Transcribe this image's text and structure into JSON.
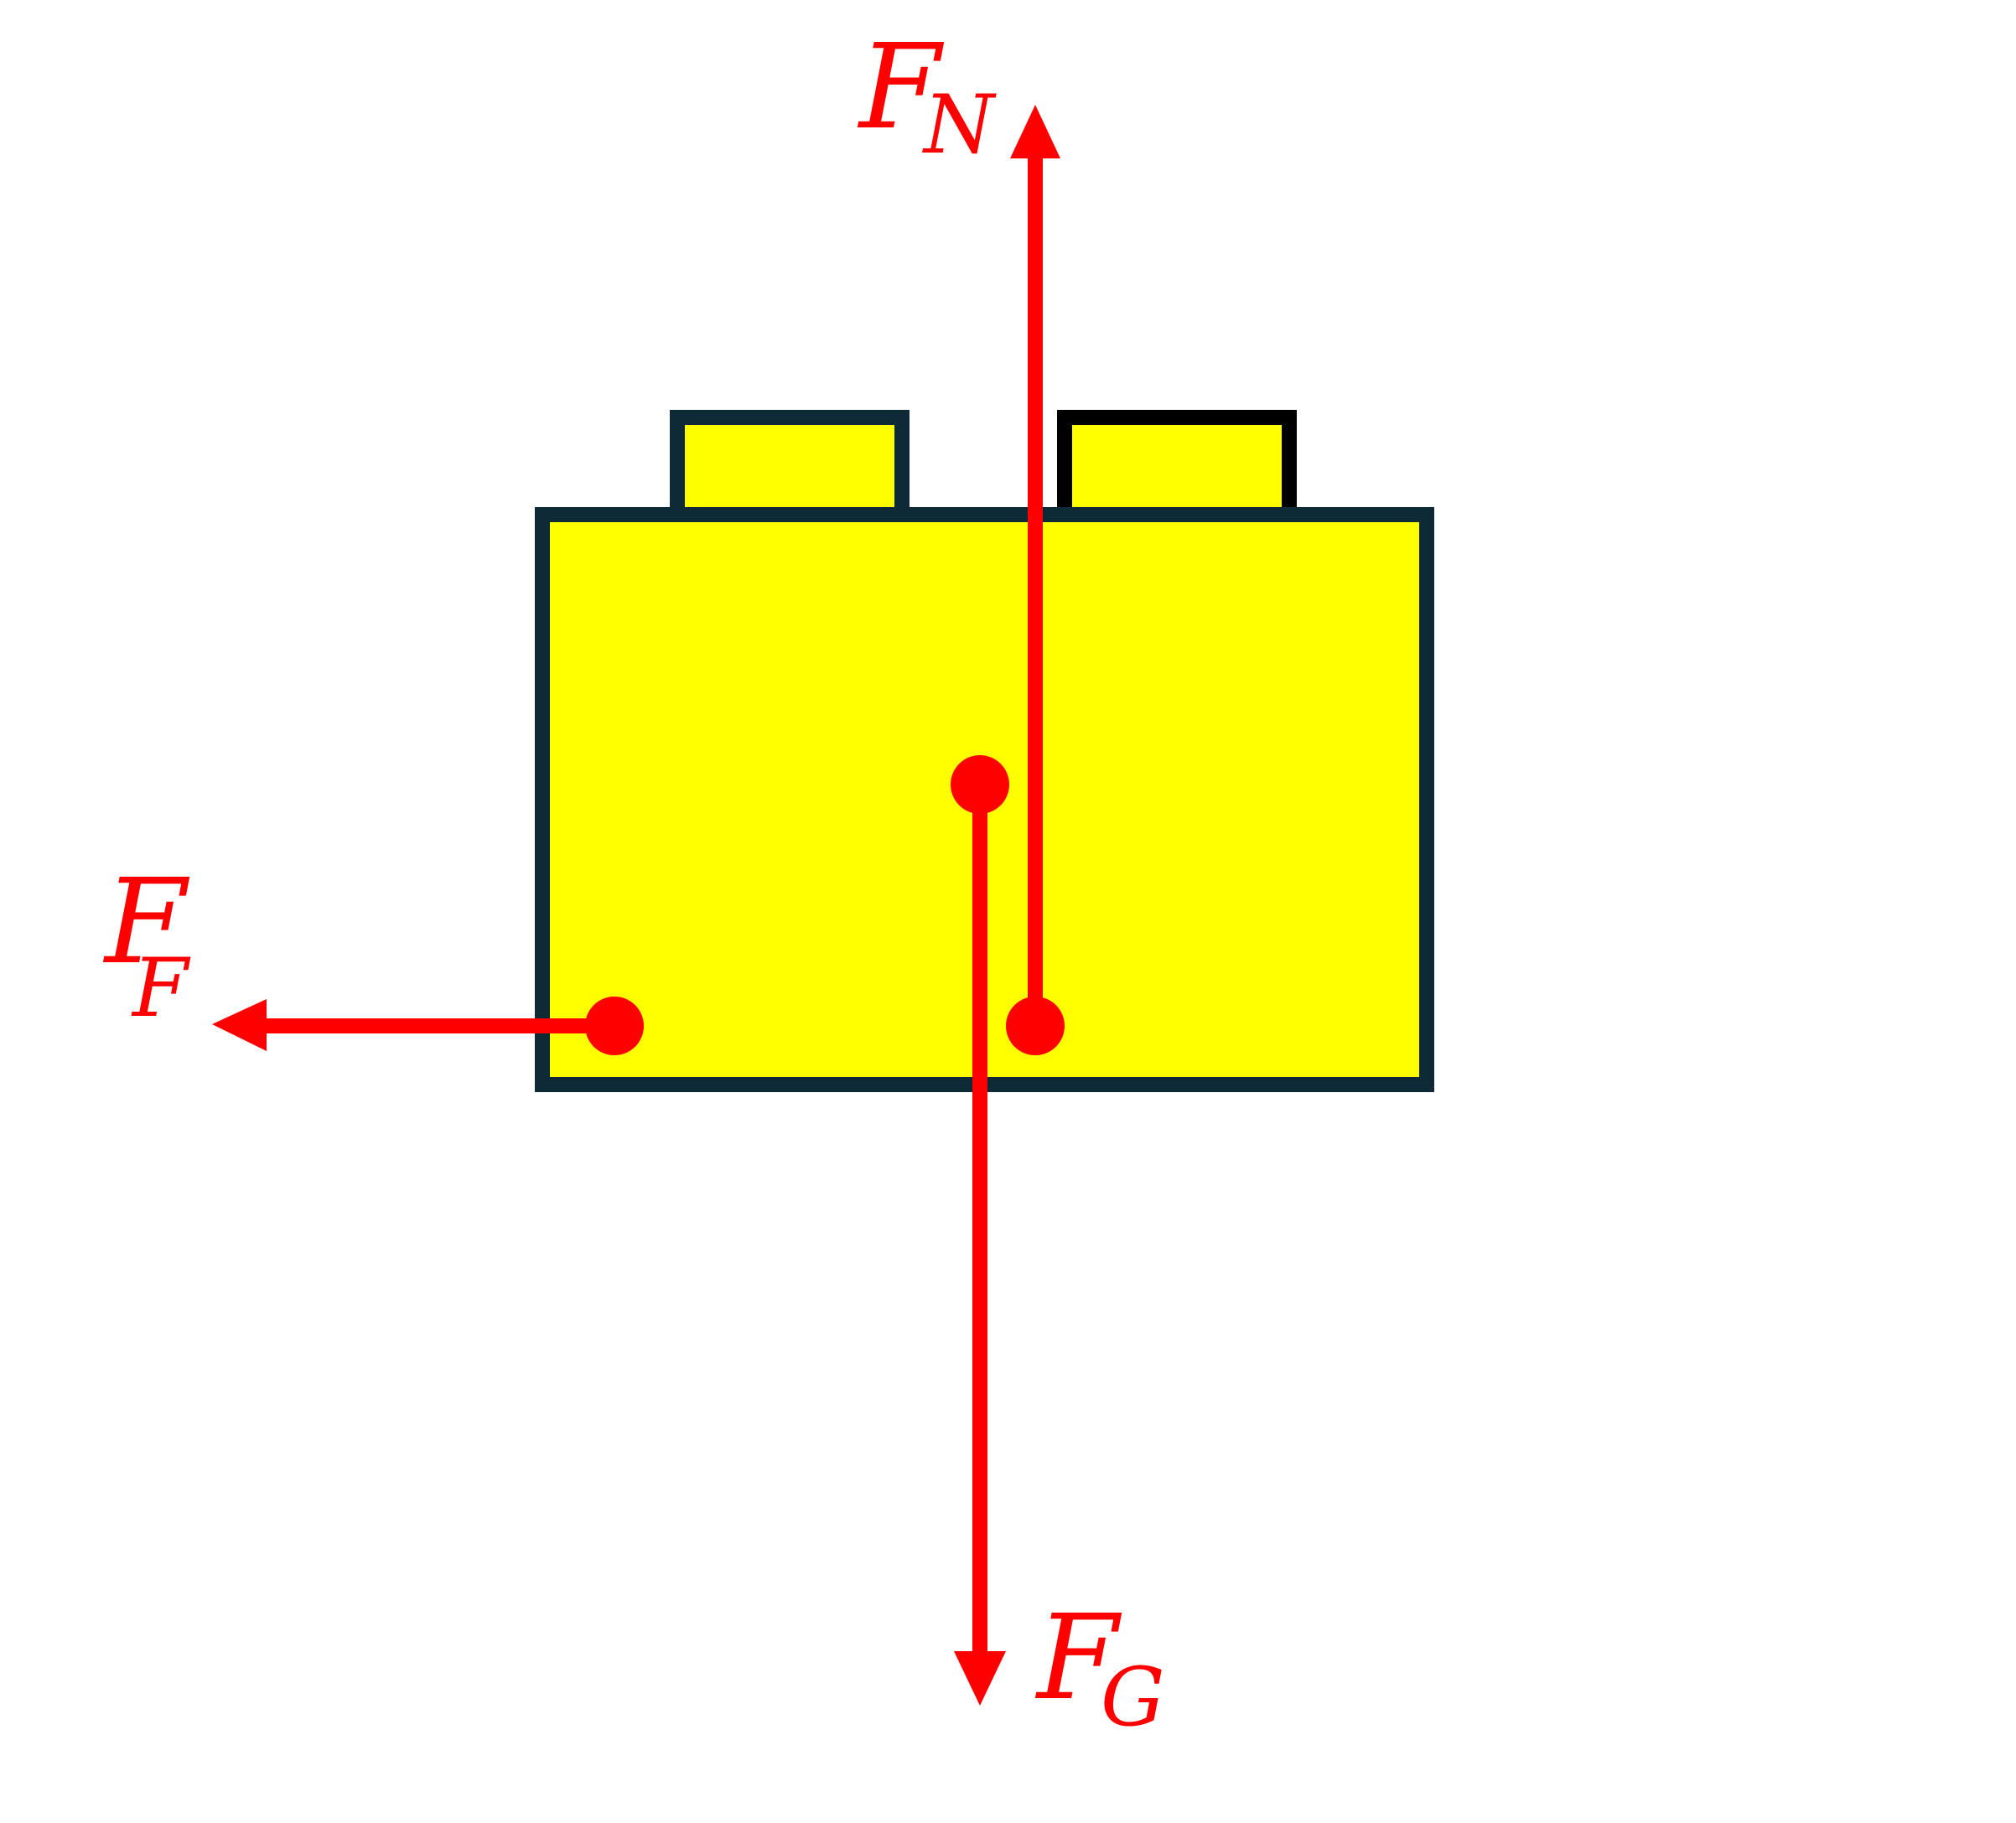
{
  "colors": {
    "background": "#ffffff",
    "block_fill": "#ffff00",
    "block_outline": "#0d2a36",
    "stud_outline_right": "#000000",
    "force": "#ff0000"
  },
  "forces": {
    "normal": {
      "main": "F",
      "sub": "N"
    },
    "gravity": {
      "main": "F",
      "sub": "G"
    },
    "friction": {
      "main": "F",
      "sub": "F"
    }
  }
}
